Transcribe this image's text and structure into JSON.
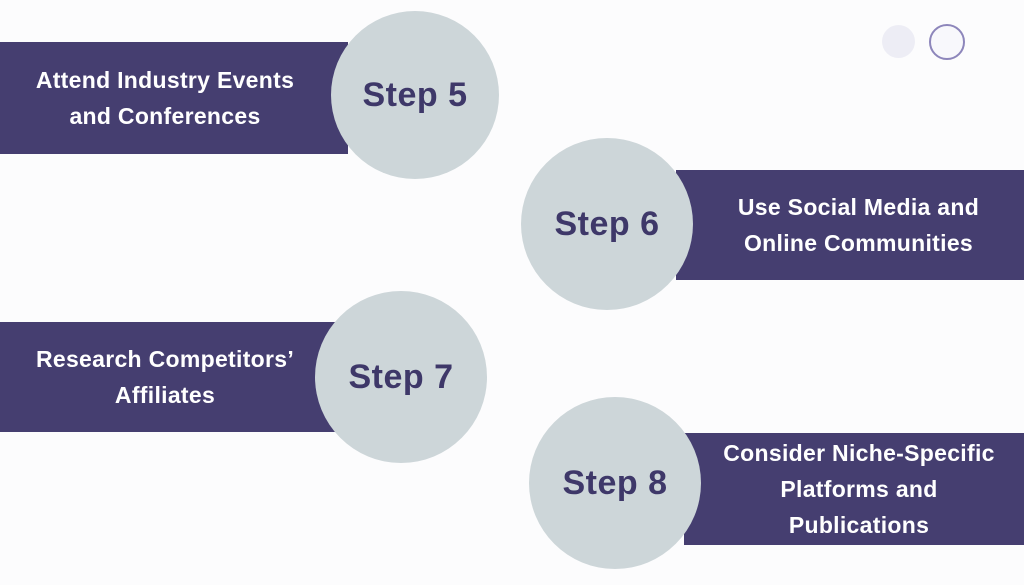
{
  "diagram": {
    "type": "process-steps-infographic",
    "steps": [
      {
        "label": "Step 5",
        "side": "left",
        "description_lines": [
          "Attend Industry Events",
          "and Conferences"
        ]
      },
      {
        "label": "Step 6",
        "side": "right",
        "description_lines": [
          "Use Social Media and",
          "Online Communities"
        ]
      },
      {
        "label": "Step 7",
        "side": "left",
        "description_lines": [
          "Research Competitors’",
          "Affiliates"
        ]
      },
      {
        "label": "Step 8",
        "side": "right",
        "description_lines": [
          "Consider Niche-Specific",
          "Platforms and",
          "Publications"
        ]
      }
    ],
    "decor": {
      "dots": [
        "filled",
        "outlined"
      ]
    }
  },
  "colors": {
    "banner": "#453e70",
    "circle": "#cdd6d9",
    "step_text": "#3e3869",
    "banner_text": "#ffffff",
    "background": "#fcfcfd",
    "dot_fill": "#ededf5",
    "dot_outline": "#8d86bb"
  }
}
